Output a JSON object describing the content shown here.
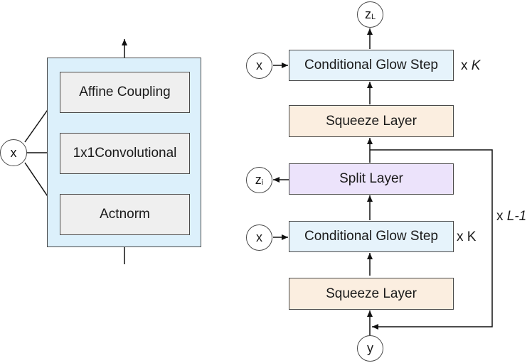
{
  "left": {
    "input_x": "x",
    "affine_coupling": "Affine Coupling",
    "conv": "1x1Convolutional",
    "actnorm": "Actnorm"
  },
  "right": {
    "z_l_main": "z",
    "z_l_sub": "L",
    "z_i_main": "z",
    "z_i_sub": "i",
    "input_x_top": "x",
    "input_x_mid": "x",
    "input_y": "y",
    "glow_step_top": "Conditional Glow Step",
    "glow_step_mid": "Conditional Glow Step",
    "squeeze_top": "Squeeze Layer",
    "squeeze_bottom": "Squeeze Layer",
    "split": "Split Layer",
    "repeat_k_top_x": "x",
    "repeat_k_top_k": "K",
    "repeat_k_mid": "x K",
    "repeat_l_x": "x",
    "repeat_l_val": "L-1"
  }
}
